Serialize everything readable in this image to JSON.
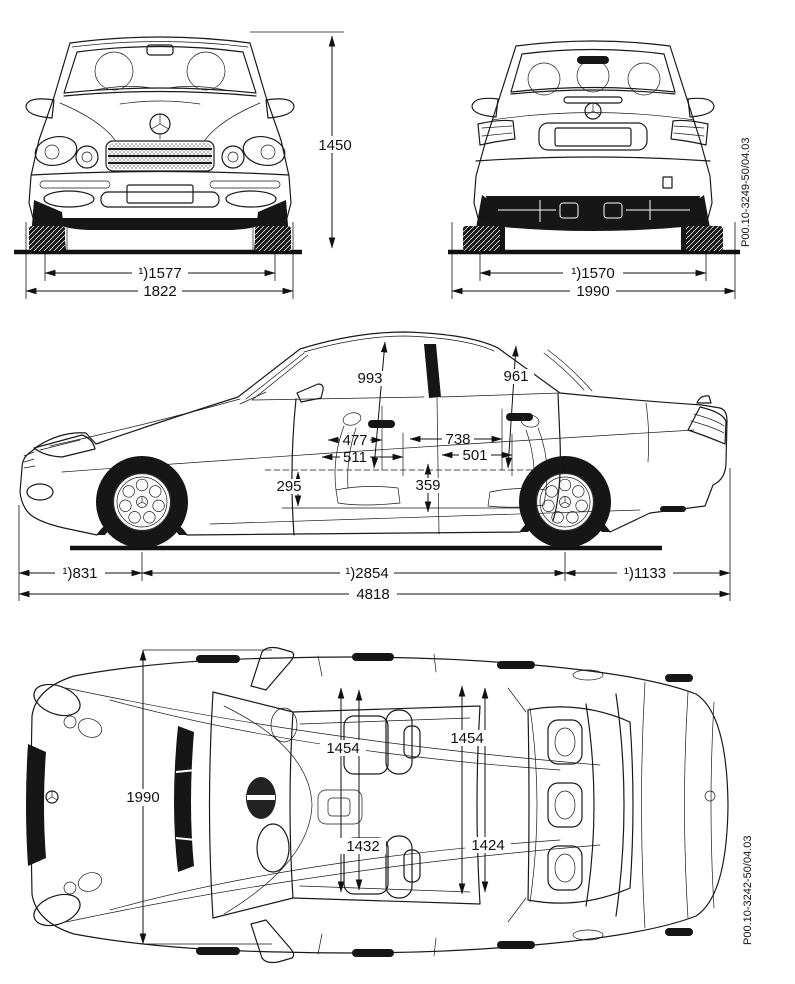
{
  "page": {
    "background": "#ffffff"
  },
  "colors": {
    "line": "#1a1a1a",
    "dark_fill": "#161616",
    "text": "#111111"
  },
  "views": {
    "front": {
      "overall_height": "1450",
      "track_front": "¹)1577",
      "body_width": "1822"
    },
    "rear": {
      "track_rear": "¹)1570",
      "overall_width": "1990",
      "part_code": "P00.10-3249-50/04.03"
    },
    "side": {
      "headroom_front": "993",
      "headroom_rear": "961",
      "front_interior_a": "477",
      "front_interior_b": "511",
      "rear_interior_a": "738",
      "rear_interior_b": "501",
      "seat_height_front": "295",
      "seat_height_rear": "359",
      "overhang_front": "¹)831",
      "wheelbase": "¹)2854",
      "overhang_rear": "¹)1133",
      "overall_length": "4818"
    },
    "top": {
      "overall_width_incl_mirrors": "1990",
      "shoulder_room_front": "1454",
      "elbow_room_front": "1432",
      "shoulder_room_rear": "1454",
      "elbow_room_rear": "1424",
      "part_code": "P00.10-3242-50/04.03"
    }
  }
}
